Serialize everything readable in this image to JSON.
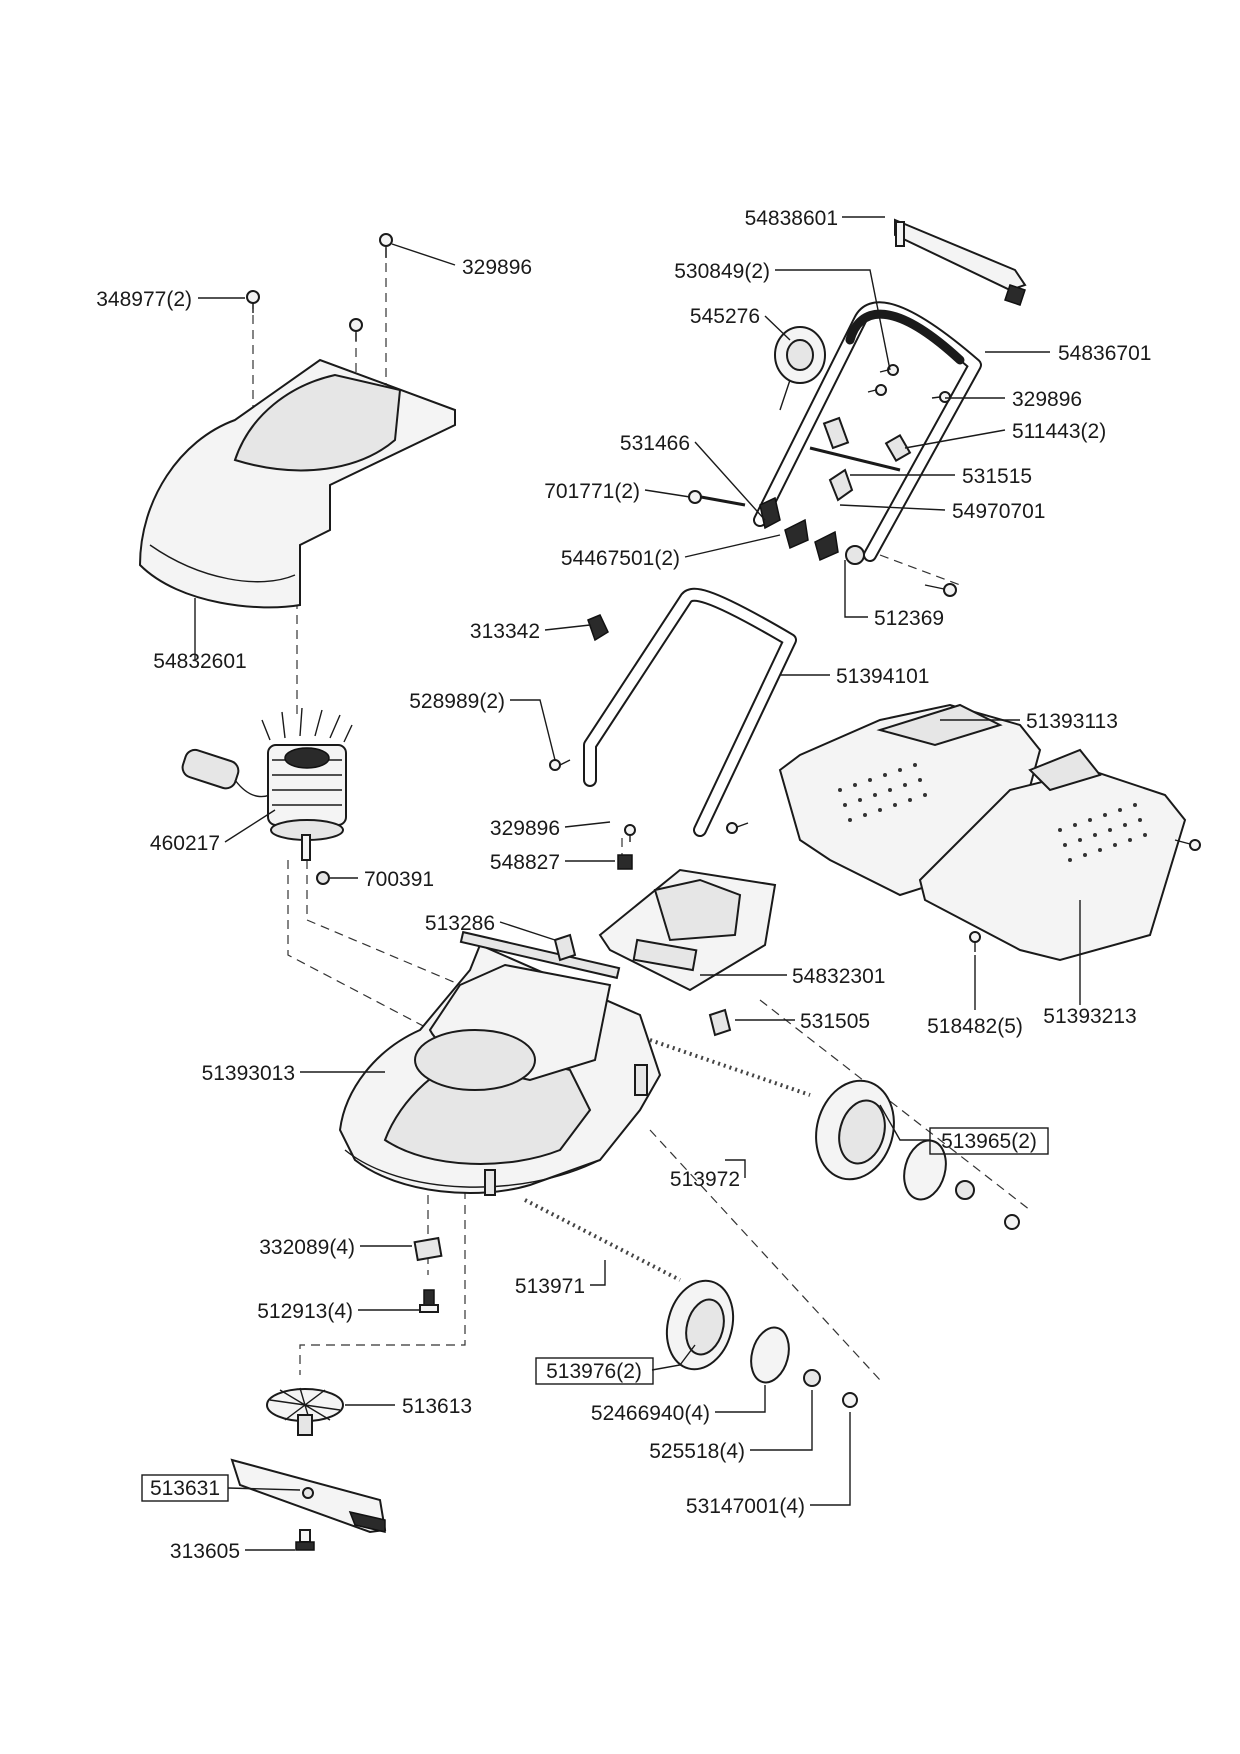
{
  "parts": [
    {
      "id": "p54838601",
      "label": "54838601"
    },
    {
      "id": "p329896a",
      "label": "329896"
    },
    {
      "id": "p530849",
      "label": "530849(2)"
    },
    {
      "id": "p348977",
      "label": "348977(2)"
    },
    {
      "id": "p545276",
      "label": "545276"
    },
    {
      "id": "p54836701",
      "label": "54836701"
    },
    {
      "id": "p329896b",
      "label": "329896"
    },
    {
      "id": "p531466",
      "label": "531466"
    },
    {
      "id": "p511443",
      "label": "511443(2)"
    },
    {
      "id": "p531515",
      "label": "531515"
    },
    {
      "id": "p701771",
      "label": "701771(2)"
    },
    {
      "id": "p54970701",
      "label": "54970701"
    },
    {
      "id": "p54467501",
      "label": "54467501(2)"
    },
    {
      "id": "p54832601",
      "label": "54832601"
    },
    {
      "id": "p512369",
      "label": "512369"
    },
    {
      "id": "p313342",
      "label": "313342"
    },
    {
      "id": "p51394101",
      "label": "51394101"
    },
    {
      "id": "p528989",
      "label": "528989(2)"
    },
    {
      "id": "p51393113",
      "label": "51393113"
    },
    {
      "id": "p460217",
      "label": "460217"
    },
    {
      "id": "p329896c",
      "label": "329896"
    },
    {
      "id": "p548827",
      "label": "548827"
    },
    {
      "id": "p700391",
      "label": "700391"
    },
    {
      "id": "p513286",
      "label": "513286"
    },
    {
      "id": "p54832301",
      "label": "54832301"
    },
    {
      "id": "p531505",
      "label": "531505"
    },
    {
      "id": "p518482",
      "label": "518482(5)"
    },
    {
      "id": "p51393213",
      "label": "51393213"
    },
    {
      "id": "p51393013",
      "label": "51393013"
    },
    {
      "id": "p513965",
      "label": "513965(2)",
      "boxed": true
    },
    {
      "id": "p513972",
      "label": "513972"
    },
    {
      "id": "p332089",
      "label": "332089(4)"
    },
    {
      "id": "p513971",
      "label": "513971"
    },
    {
      "id": "p512913",
      "label": "512913(4)"
    },
    {
      "id": "p513976",
      "label": "513976(2)",
      "boxed": true
    },
    {
      "id": "p513613",
      "label": "513613"
    },
    {
      "id": "p52466940",
      "label": "52466940(4)"
    },
    {
      "id": "p525518",
      "label": "525518(4)"
    },
    {
      "id": "p513631",
      "label": "513631",
      "boxed": true
    },
    {
      "id": "p53147001",
      "label": "53147001(4)"
    },
    {
      "id": "p313605",
      "label": "313605"
    }
  ]
}
